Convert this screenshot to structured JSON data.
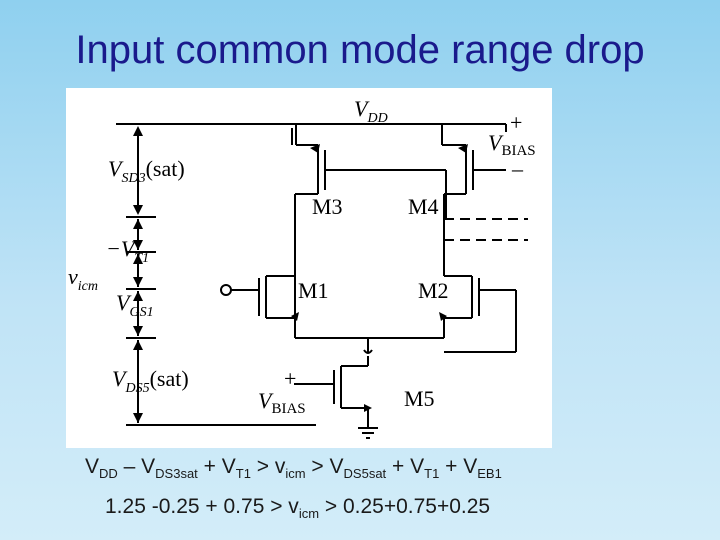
{
  "title": "Input common mode range drop",
  "circuit": {
    "labels": {
      "vdd_main": "V",
      "vdd_sub": "DD",
      "vsd3_main": "V",
      "vsd3_sub": "SD3",
      "vsd3_suffix": "(sat)",
      "vt1_main": "−V",
      "vt1_sub": "T1",
      "vicm_main": "v",
      "vicm_sub": "icm",
      "vgs1_main": "V",
      "vgs1_sub": "GS1",
      "vds5_main": "V",
      "vds5_sub": "DS5",
      "vds5_suffix": "(sat)",
      "vbias_top_main": "V",
      "vbias_top_sub": "BIAS",
      "vbias_top_plus": "+",
      "vbias_top_minus": "–",
      "vbias_bot_main": "V",
      "vbias_bot_sub": "BIAS",
      "vbias_bot_plus": "+",
      "vbias_bot_minus": "–",
      "m1": "M1",
      "m2": "M2",
      "m3": "M3",
      "m4": "M4",
      "m5": "M5"
    }
  },
  "equations": {
    "line1": {
      "vdd": "V",
      "vdd_sub": "DD",
      "minus": " – V",
      "vds3_sub": "DS3sat",
      "plus_vt": " + V",
      "vt1_sub": "T1",
      "gt_v": " > v",
      "icm_sub": "icm",
      "gt_vds5": " > V",
      "vds5_sub": "DS5sat",
      "plus_vt2": " + V",
      "vt1_sub2": "T1",
      "plus_veb": " + V",
      "veb_sub": "EB1"
    },
    "line2": {
      "lhs": "1.25 -0.25 + 0.75 > v",
      "icm_sub": "icm",
      "rhs": " > 0.25+0.75+0.25"
    }
  }
}
